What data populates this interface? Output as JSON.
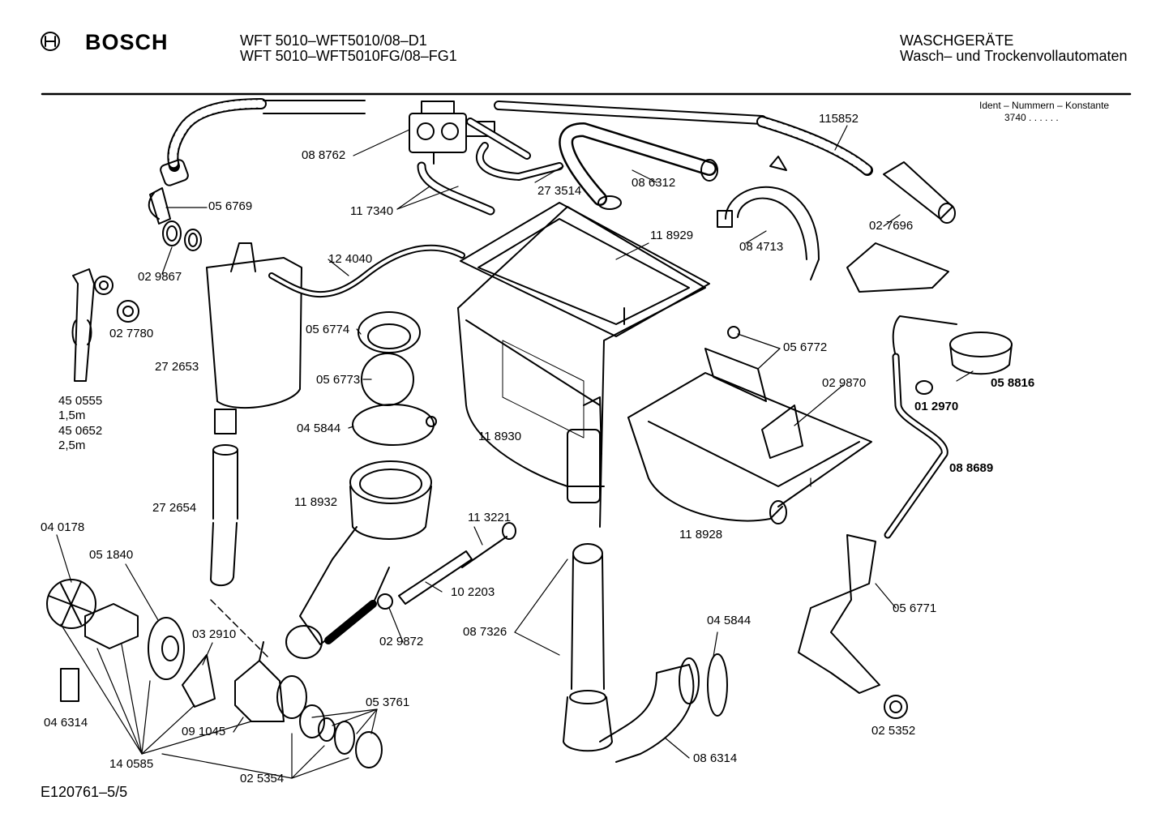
{
  "header": {
    "brand": "BOSCH",
    "model_line_1": "WFT 5010–WFT5010/08–D1",
    "model_line_2": "WFT 5010–WFT5010FG/08–FG1",
    "category_line_1": "WASCHGERÄTE",
    "category_line_2": "Wasch– und Trockenvollautomaten",
    "ident_label": "Ident – Nummern – Konstante",
    "ident_value": "3740  .  .  .  .  .  ."
  },
  "footer": {
    "drawing_id": "E120761–5/5"
  },
  "parts": {
    "p088762": "08 8762",
    "p117340": "11 7340",
    "p273514": "27 3514",
    "p086312": "08 6312",
    "p115852": "115852",
    "p056769": "05 6769",
    "p029867": "02 9867",
    "p124040": "12 4040",
    "p118929": "11 8929",
    "p084713": "08 4713",
    "p027696": "02 7696",
    "p027780": "02 7780",
    "p450555": "45 0555",
    "p15m": "1,5m",
    "p450652": "45 0652",
    "p25m": "2,5m",
    "p272653": "27 2653",
    "p056774": "05 6774",
    "p056773": "05 6773",
    "p045844a": "04 5844",
    "p056772": "05 6772",
    "p029870": "02 9870",
    "p058816": "05 8816",
    "p012970": "01 2970",
    "p118930": "11 8930",
    "p088689": "08 8689",
    "p272654": "27 2654",
    "p118932": "11 8932",
    "p113221": "11 3221",
    "p118928": "11 8928",
    "p040178": "04 0178",
    "p051840": "05 1840",
    "p102203": "10 2203",
    "p029872": "02 9872",
    "p087326": "08 7326",
    "p045844b": "04 5844",
    "p056771": "05 6771",
    "p032910": "03 2910",
    "p053761": "05 3761",
    "p046314": "04 6314",
    "p091045": "09 1045",
    "p140585": "14 0585",
    "p025354": "02 5354",
    "p086314": "08 6314",
    "p025352": "02 5352"
  }
}
